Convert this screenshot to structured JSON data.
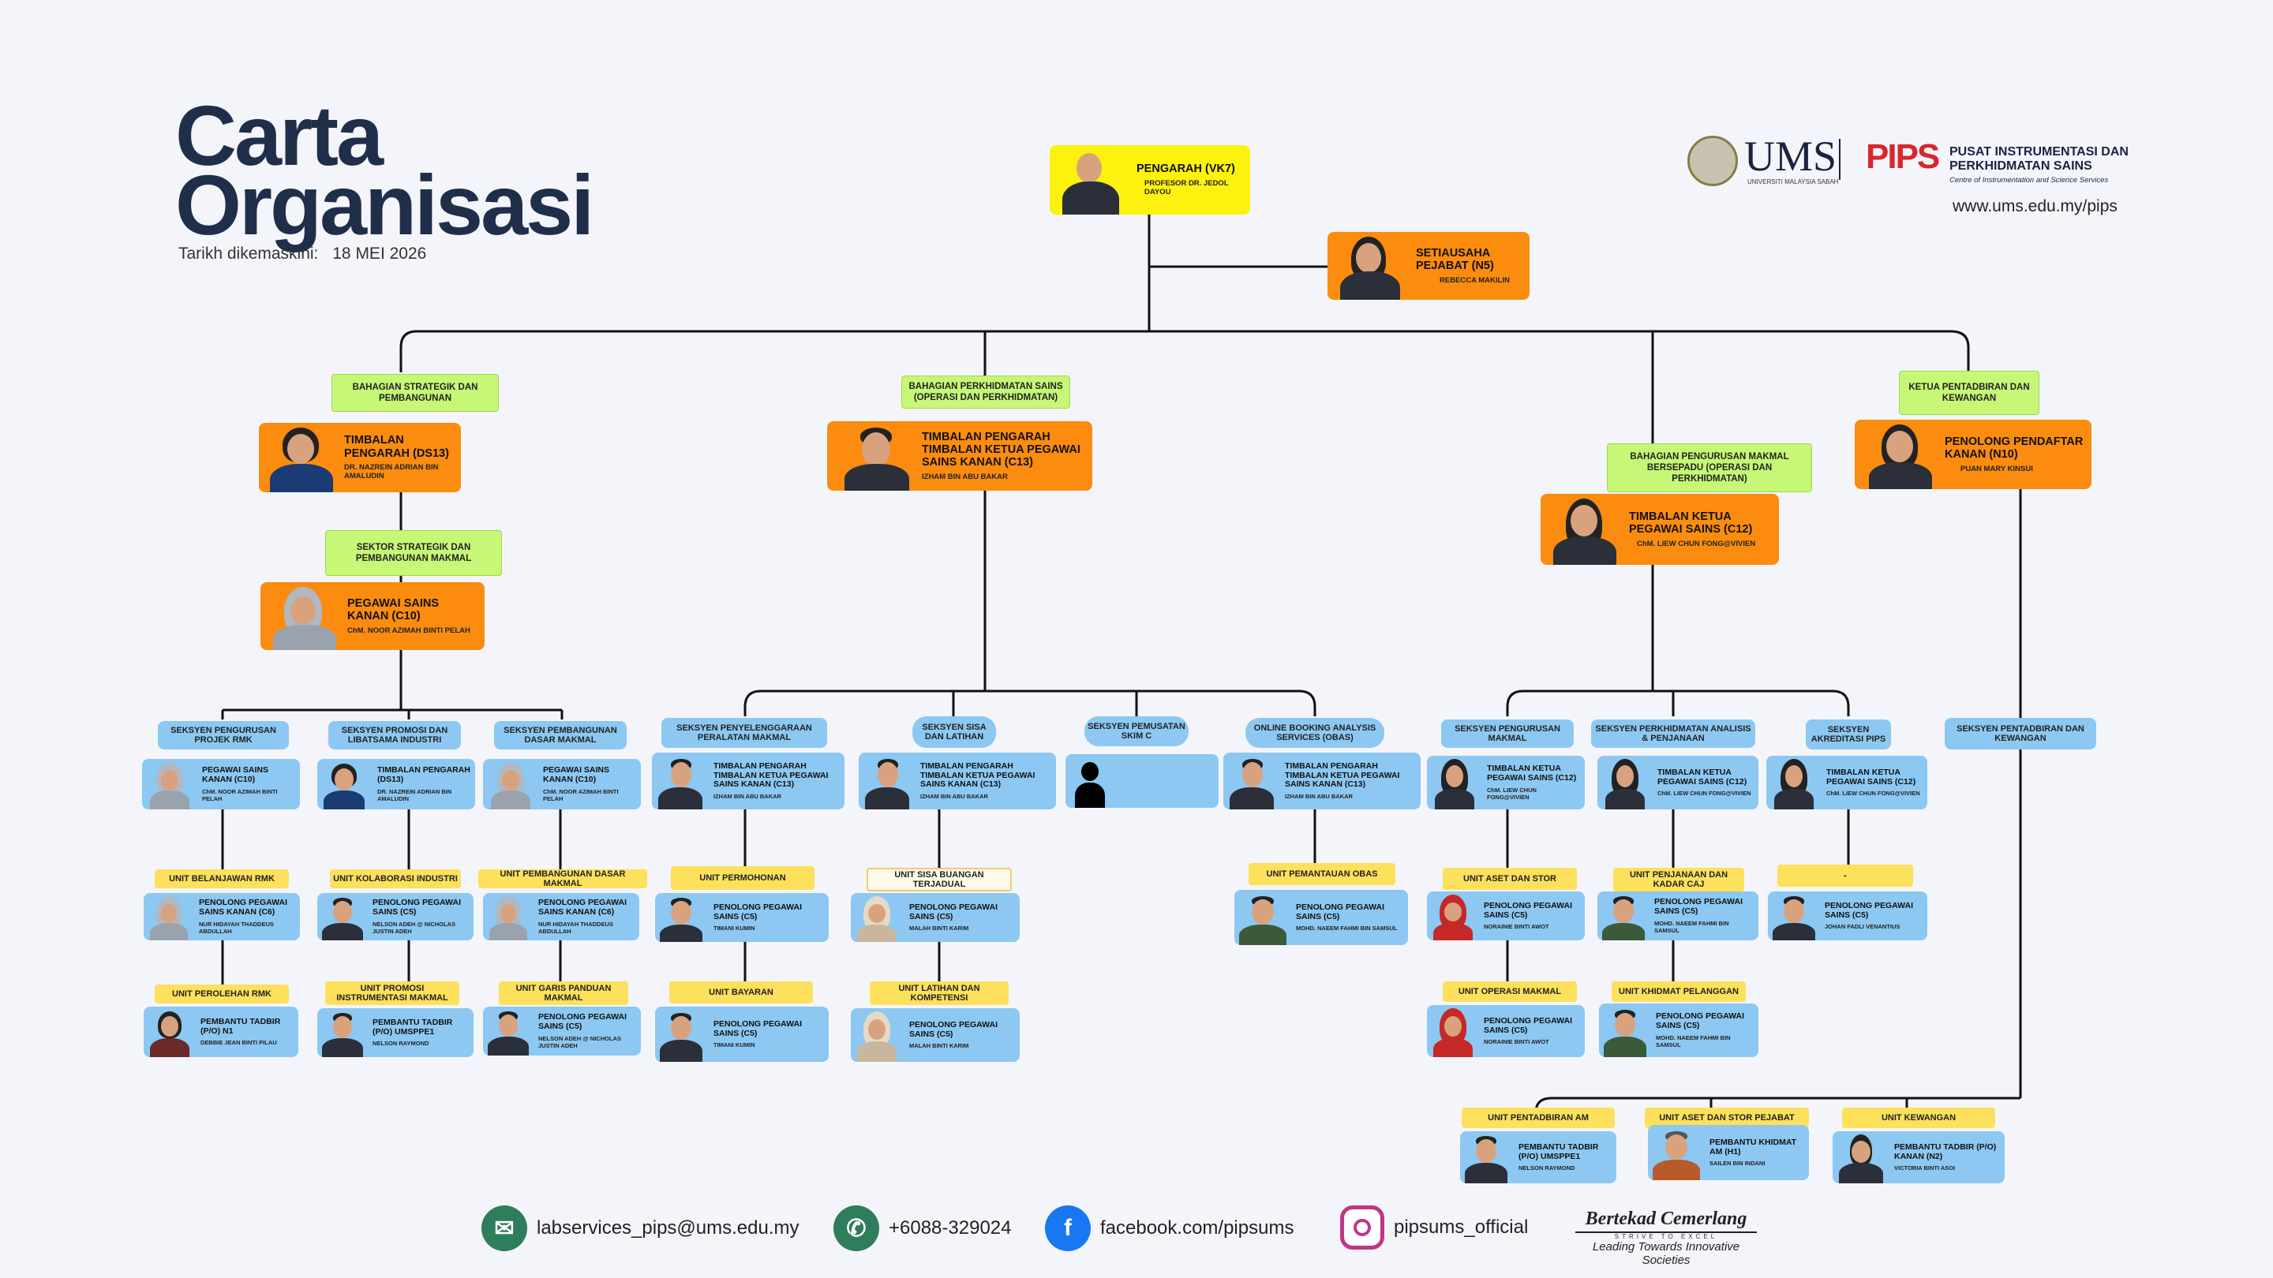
{
  "header": {
    "title_line1": "Carta",
    "title_line2": "Organisasi",
    "updated_label": "Tarikh dikemaskini:",
    "updated_date": "18 MEI 2026",
    "org_name_line1": "PUSAT INSTRUMENTASI DAN",
    "org_name_line2": "PERKHIDMATAN SAINS",
    "org_subtitle": "Centre of Instrumentation and Science Services",
    "ums_logo_text": "UMS",
    "ums_logo_sub": "UNIVERSITI MALAYSIA SABAH",
    "pips_logo_text": "PIPS",
    "website": "www.ums.edu.my/pips"
  },
  "top": {
    "director_role": "PENGARAH (VK7)",
    "director_name": "PROFESOR DR. JEDOL DAYOU",
    "secretary_role": "SETIAUSAHA PEJABAT (N5)",
    "secretary_name": "REBECCA MAKILIN"
  },
  "divisions": {
    "strategic": {
      "label": "BAHAGIAN STRATEGIK DAN PEMBANGUNAN",
      "role": "TIMBALAN PENGARAH (DS13)",
      "name": "DR. NAZREIN ADRIAN BIN AMALUDIN",
      "sector_label": "SEKTOR STRATEGIK DAN PEMBANGUNAN MAKMAL",
      "sector_role": "PEGAWAI SAINS KANAN (C10)",
      "sector_name": "ChM. NOOR AZIMAH BINTI PELAH"
    },
    "services": {
      "label": "BAHAGIAN PERKHIDMATAN SAINS (OPERASI DAN PERKHIDMATAN)",
      "role": "TIMBALAN PENGARAH TIMBALAN KETUA PEGAWAI SAINS KANAN (C13)",
      "name": "IZHAM BIN ABU BAKAR"
    },
    "lab": {
      "label": "BAHAGIAN PENGURUSAN MAKMAL BERSEPADU (OPERASI DAN PERKHIDMATAN)",
      "role": "TIMBALAN KETUA PEGAWAI SAINS (C12)",
      "name": "ChM. LIEW CHUN FONG@VIVIEN"
    },
    "admin": {
      "label": "KETUA PENTADBIRAN DAN KEWANGAN",
      "role": "PENOLONG PENDAFTAR KANAN (N10)",
      "name": "PUAN MARY KINSUI"
    }
  },
  "sections": [
    {
      "label": "SEKSYEN PENGURUSAN PROJEK RMK",
      "role": "PEGAWAI SAINS KANAN (C10)",
      "name": "ChM. NOOR AZIMAH BINTI PELAH"
    },
    {
      "label": "SEKSYEN PROMOSI DAN LIBATSAMA INDUSTRI",
      "role": "TIMBALAN PENGARAH (DS13)",
      "name": "DR. NAZREIN ADRIAN BIN AMALUDIN"
    },
    {
      "label": "SEKSYEN PEMBANGUNAN DASAR MAKMAL",
      "role": "PEGAWAI SAINS KANAN (C10)",
      "name": "ChM. NOOR AZIMAH BINTI PELAH"
    },
    {
      "label": "SEKSYEN PENYELENGGARAAN PERALATAN MAKMAL",
      "role": "TIMBALAN PENGARAH TIMBALAN KETUA PEGAWAI SAINS KANAN (C13)",
      "name": "IZHAM BIN ABU BAKAR"
    },
    {
      "label": "SEKSYEN SISA DAN LATIHAN",
      "role": "TIMBALAN PENGARAH TIMBALAN KETUA PEGAWAI SAINS KANAN (C13)",
      "name": "IZHAM BIN ABU BAKAR"
    },
    {
      "label": "SEKSYEN PEMUSATAN SKIM C",
      "role": "",
      "name": ""
    },
    {
      "label": "ONLINE BOOKING ANALYSIS SERVICES (OBAS)",
      "role": "TIMBALAN PENGARAH TIMBALAN KETUA PEGAWAI SAINS KANAN (C13)",
      "name": "IZHAM BIN ABU BAKAR"
    },
    {
      "label": "SEKSYEN PENGURUSAN MAKMAL",
      "role": "TIMBALAN KETUA PEGAWAI SAINS (C12)",
      "name": "ChM. LIEW CHUN FONG@VIVIEN"
    },
    {
      "label": "SEKSYEN PERKHIDMATAN ANALISIS & PENJANAAN",
      "role": "TIMBALAN KETUA PEGAWAI SAINS (C12)",
      "name": "ChM. LIEW CHUN FONG@VIVIEN"
    },
    {
      "label": "SEKSYEN AKREDITASI PIPS",
      "role": "TIMBALAN KETUA PEGAWAI SAINS (C12)",
      "name": "ChM. LIEW CHUN FONG@VIVIEN"
    },
    {
      "label": "SEKSYEN PENTADBIRAN DAN KEWANGAN",
      "role": "",
      "name": ""
    }
  ],
  "units": [
    {
      "label": "UNIT BELANJAWAN RMK",
      "role": "PENOLONG PEGAWAI SAINS KANAN (C6)",
      "name": "NUR HIDAYAH THADDEUS ABDULLAH"
    },
    {
      "label": "UNIT KOLABORASI INDUSTRI",
      "role": "PENOLONG PEGAWAI SAINS (C5)",
      "name": "NELSON ADEH @ NICHOLAS JUSTIN ADEH"
    },
    {
      "label": "UNIT PEMBANGUNAN DASAR MAKMAL",
      "role": "PENOLONG PEGAWAI SAINS KANAN (C6)",
      "name": "NUR HIDAYAH THADDEUS ABDULLAH"
    },
    {
      "label": "UNIT PERMOHONAN",
      "role": "PENOLONG PEGAWAI SAINS (C5)",
      "name": "TIMANI KUMIN"
    },
    {
      "label": "UNIT SISA BUANGAN TERJADUAL",
      "role": "PENOLONG PEGAWAI SAINS (C5)",
      "name": "MALAH BINTI KARIM"
    },
    {
      "label": "UNIT PEMANTAUAN OBAS",
      "role": "PENOLONG PEGAWAI SAINS (C5)",
      "name": "MOHD. NAEEM FAHMI BIN SAMSUL"
    },
    {
      "label": "UNIT ASET DAN STOR",
      "role": "PENOLONG PEGAWAI SAINS (C5)",
      "name": "NORAINIE BINTI AWOT"
    },
    {
      "label": "UNIT PENJANAAN DAN KADAR CAJ",
      "role": "PENOLONG PEGAWAI SAINS (C5)",
      "name": "MOHD. NAEEM FAHMI BIN SAMSUL"
    },
    {
      "label": "-",
      "role": "PENOLONG PEGAWAI SAINS (C5)",
      "name": "JOHAN FADLI VENANTIUS"
    },
    {
      "label": "UNIT PEROLEHAN RMK",
      "role": "PEMBANTU TADBIR (P/O) N1",
      "name": "DEBBIE JEAN BINTI PILAU"
    },
    {
      "label": "UNIT PROMOSI INSTRUMENTASI MAKMAL",
      "role": "PEMBANTU TADBIR (P/O) UMSPPE1",
      "name": "NELSON RAYMOND"
    },
    {
      "label": "UNIT GARIS PANDUAN MAKMAL",
      "role": "PENOLONG PEGAWAI SAINS (C5)",
      "name": "NELSON ADEH @ NICHOLAS JUSTIN ADEH"
    },
    {
      "label": "UNIT BAYARAN",
      "role": "PENOLONG PEGAWAI SAINS (C5)",
      "name": "TIMANI KUMIN"
    },
    {
      "label": "UNIT LATIHAN DAN KOMPETENSI",
      "role": "PENOLONG PEGAWAI SAINS (C5)",
      "name": "MALAH BINTI KARIM"
    },
    {
      "label": "UNIT OPERASI MAKMAL",
      "role": "PENOLONG PEGAWAI SAINS (C5)",
      "name": "NORAINIE BINTI AWOT"
    },
    {
      "label": "UNIT KHIDMAT PELANGGAN",
      "role": "PENOLONG PEGAWAI SAINS (C5)",
      "name": "MOHD. NAEEM FAHMI BIN SAMSUL"
    },
    {
      "label": "UNIT PENTADBIRAN AM",
      "role": "PEMBANTU TADBIR (P/O) UMSPPE1",
      "name": "NELSON RAYMOND"
    },
    {
      "label": "UNIT ASET DAN STOR PEJABAT",
      "role": "PEMBANTU KHIDMAT AM (H1)",
      "name": "SAILEN BIN INDANI"
    },
    {
      "label": "UNIT KEWANGAN",
      "role": "PEMBANTU TADBIR (P/O) KANAN (N2)",
      "name": "VICTORIA BINTI ASOI"
    }
  ],
  "footer": {
    "email": "labservices_pips@ums.edu.my",
    "phone": "+6088-329024",
    "facebook": "facebook.com/pipsums",
    "instagram": "pipsums_official",
    "motto": "Bertekad Cemerlang",
    "motto_sub": "STRIVE TO EXCEL",
    "tagline": "Leading Towards Innovative Societies"
  },
  "colors": {
    "navy": "#1f2f4a",
    "orange": "#fb8c0f",
    "yellow": "#fdf10e",
    "blue": "#8cc8f2",
    "green": "#c7f776",
    "unit_yellow": "#fde05c"
  }
}
